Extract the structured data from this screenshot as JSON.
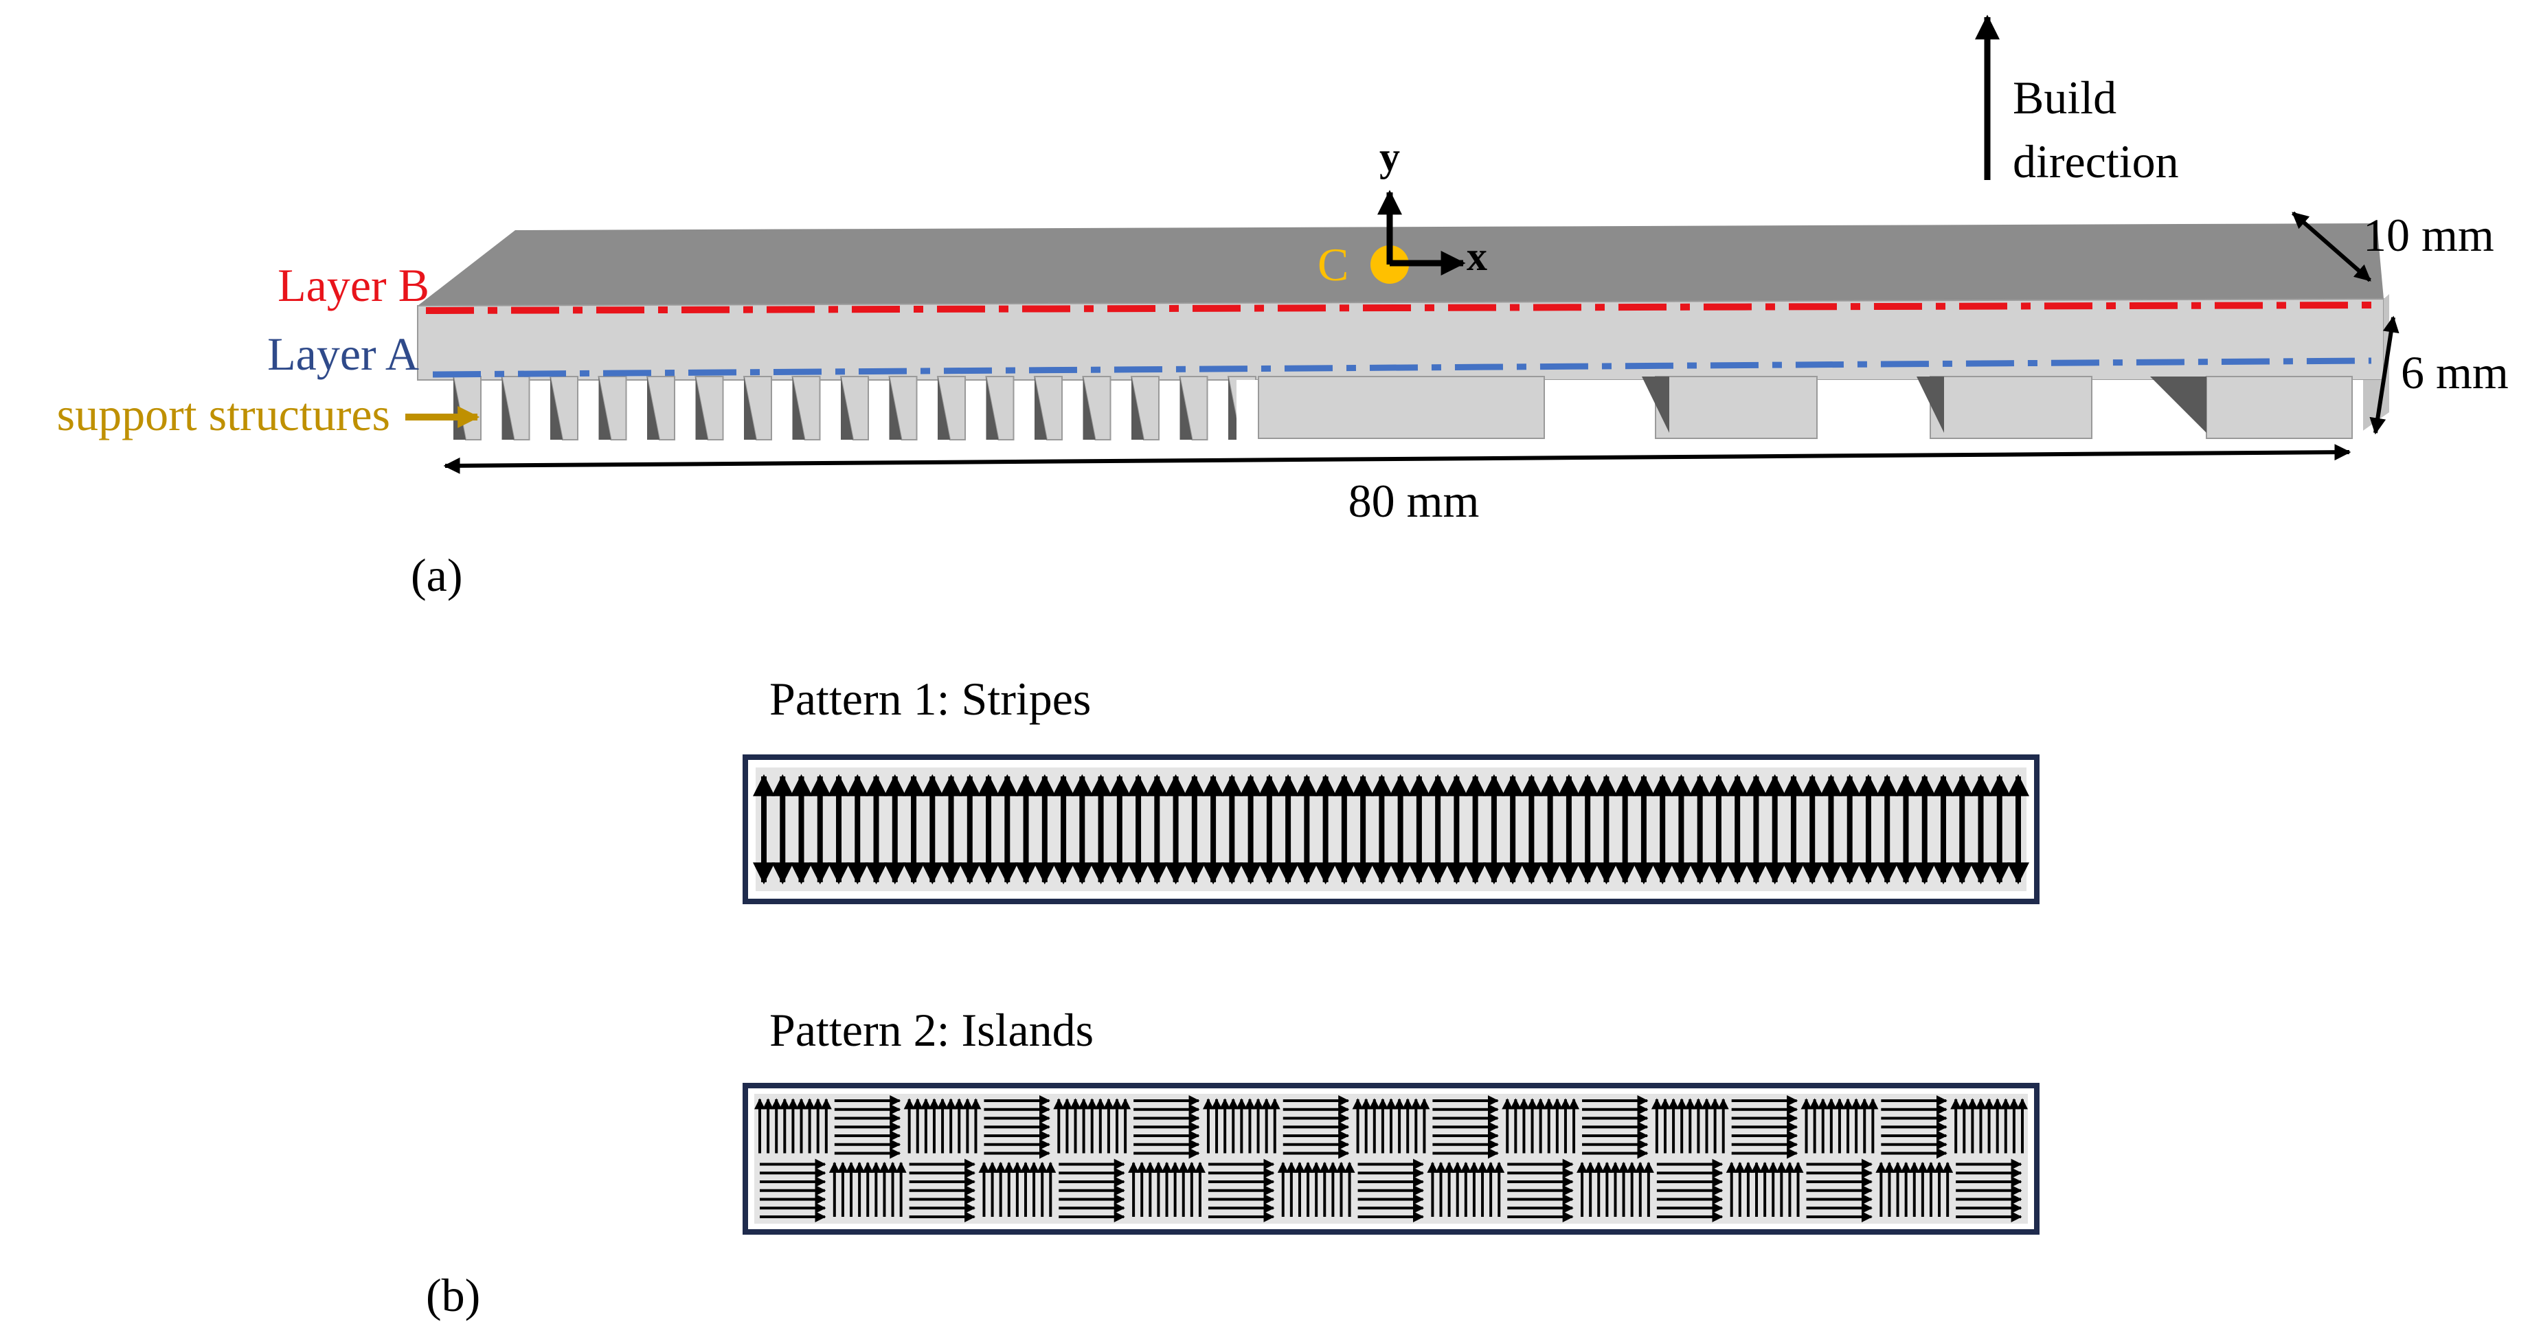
{
  "panel_a": {
    "label": "(a)",
    "build_direction": [
      "Build",
      "direction"
    ],
    "axis_y": "y",
    "axis_x": "x",
    "origin": "C",
    "layer_b": "Layer B",
    "layer_a": "Layer A",
    "support_label": "support structures",
    "dim_width": "10 mm",
    "dim_height": "6 mm",
    "dim_length": "80 mm"
  },
  "panel_b": {
    "label": "(b)",
    "pattern1_title": "Pattern 1: Stripes",
    "pattern2_title": "Pattern 2: Islands"
  },
  "colors": {
    "layer_b": "#e8141b",
    "layer_a": "#4472c4",
    "layer_a_text": "#2f4a8a",
    "support": "#bf9000",
    "origin": "#ffc000",
    "top_face": "#8c8c8c",
    "front_face": "#d2d2d2",
    "support_dark": "#595959",
    "pattern_border": "#1f2b4d"
  }
}
